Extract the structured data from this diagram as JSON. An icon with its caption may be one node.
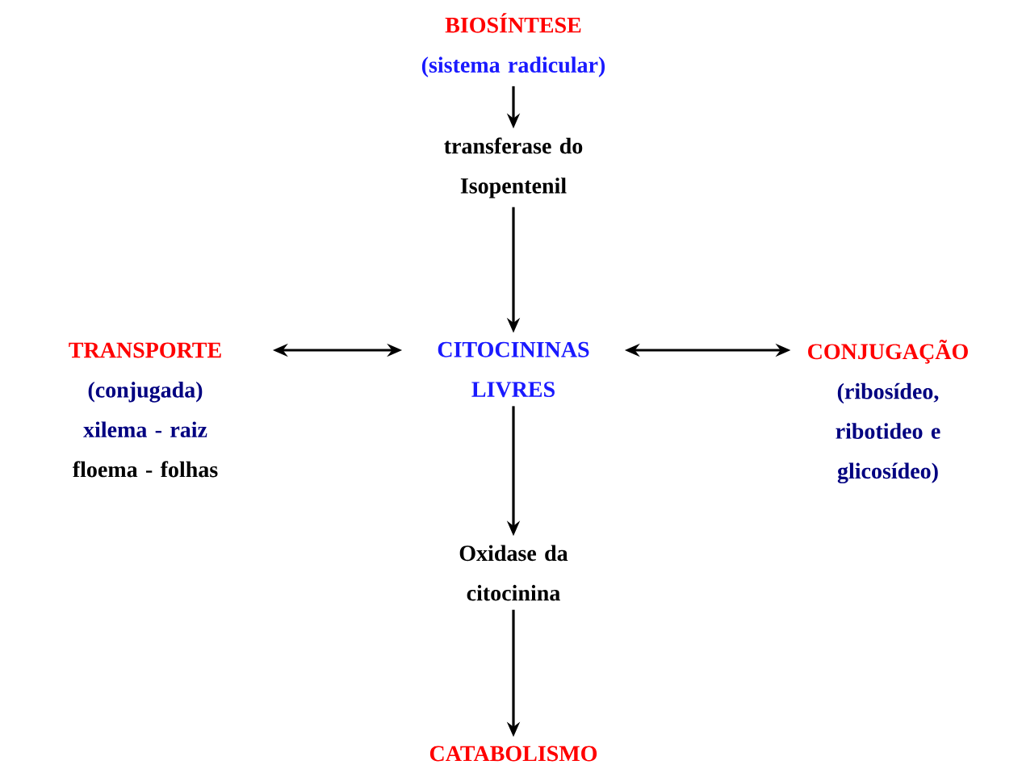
{
  "diagram": {
    "nodes": [
      {
        "text": [
          "BIOSÍNTESE",
          "(sistema radicular)"
        ]
      },
      {
        "text": [
          "transferase do Isopentenil"
        ]
      },
      {
        "text": [
          "TRANSPORTE",
          "(conjugada)",
          "xilema - raiz",
          "floema - folhas"
        ]
      },
      {
        "text": [
          "CITOCININAS LIVRES"
        ]
      },
      {
        "text": [
          "CONJUGAÇÃO",
          "(ribosídeo, ribotideo e glicosídeo)"
        ]
      },
      {
        "text": [
          "Oxidase da citocinina"
        ]
      },
      {
        "text": [
          "CATABOLISMO"
        ]
      }
    ],
    "edges": [
      {
        "from": 0,
        "to": 1,
        "arrow": "to"
      },
      {
        "from": 1,
        "to": 3,
        "arrow": "to"
      },
      {
        "from": 2,
        "to": 3,
        "arrow": "both"
      },
      {
        "from": 3,
        "to": 4,
        "arrow": "both"
      },
      {
        "from": 3,
        "to": 5,
        "arrow": "to"
      },
      {
        "from": 5,
        "to": 6,
        "arrow": "to"
      }
    ]
  }
}
